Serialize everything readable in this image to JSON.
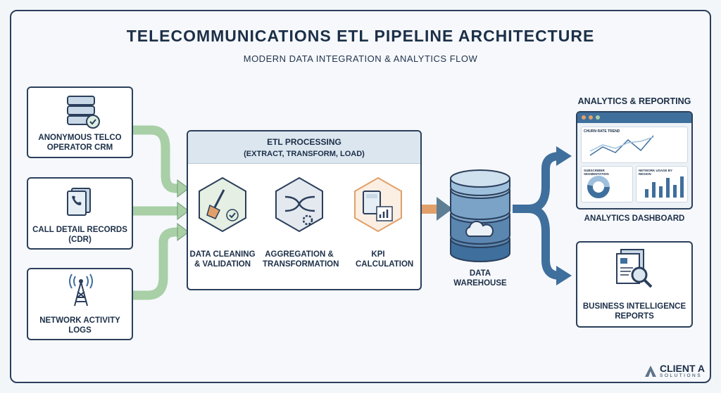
{
  "title": "TELECOMMUNICATIONS ETL PIPELINE ARCHITECTURE",
  "subtitle": "MODERN DATA INTEGRATION & ANALYTICS FLOW",
  "sources": [
    {
      "label": "ANONYMOUS TELCO OPERATOR CRM",
      "icon": "database-check-icon"
    },
    {
      "label": "CALL DETAIL RECORDS (CDR)",
      "icon": "phone-document-icon"
    },
    {
      "label": "NETWORK ACTIVITY LOGS",
      "icon": "cell-tower-icon"
    }
  ],
  "etl": {
    "title": "ETL PROCESSING",
    "subtitle": "(EXTRACT, TRANSFORM, LOAD)",
    "steps": [
      {
        "label": "DATA CLEANING & VALIDATION",
        "icon": "broom-check-icon"
      },
      {
        "label": "AGGREGATION & TRANSFORMATION",
        "icon": "shuffle-gear-icon"
      },
      {
        "label": "KPI CALCULATION",
        "icon": "calculator-chart-icon"
      }
    ]
  },
  "warehouse": {
    "label": "DATA WAREHOUSE",
    "icon": "database-cloud-icon"
  },
  "outputs": {
    "section_title": "ANALYTICS & REPORTING",
    "dashboard": {
      "label": "ANALYTICS DASHBOARD",
      "panels": [
        "CHURN RATE TREND",
        "SUBSCRIBER SEGMENTATION",
        "NETWORK USAGE BY REGION"
      ]
    },
    "reports": {
      "label": "BUSINESS INTELLIGENCE REPORTS",
      "icon": "report-magnifier-icon"
    }
  },
  "logo": {
    "name": "CLIENT A",
    "tagline": "SOLUTIONS"
  },
  "colors": {
    "navy": "#1c2f48",
    "green_arrow": "#a8cfa6",
    "orange_arrow": "#e1a06a",
    "blue_arrow": "#3f6f9c"
  }
}
